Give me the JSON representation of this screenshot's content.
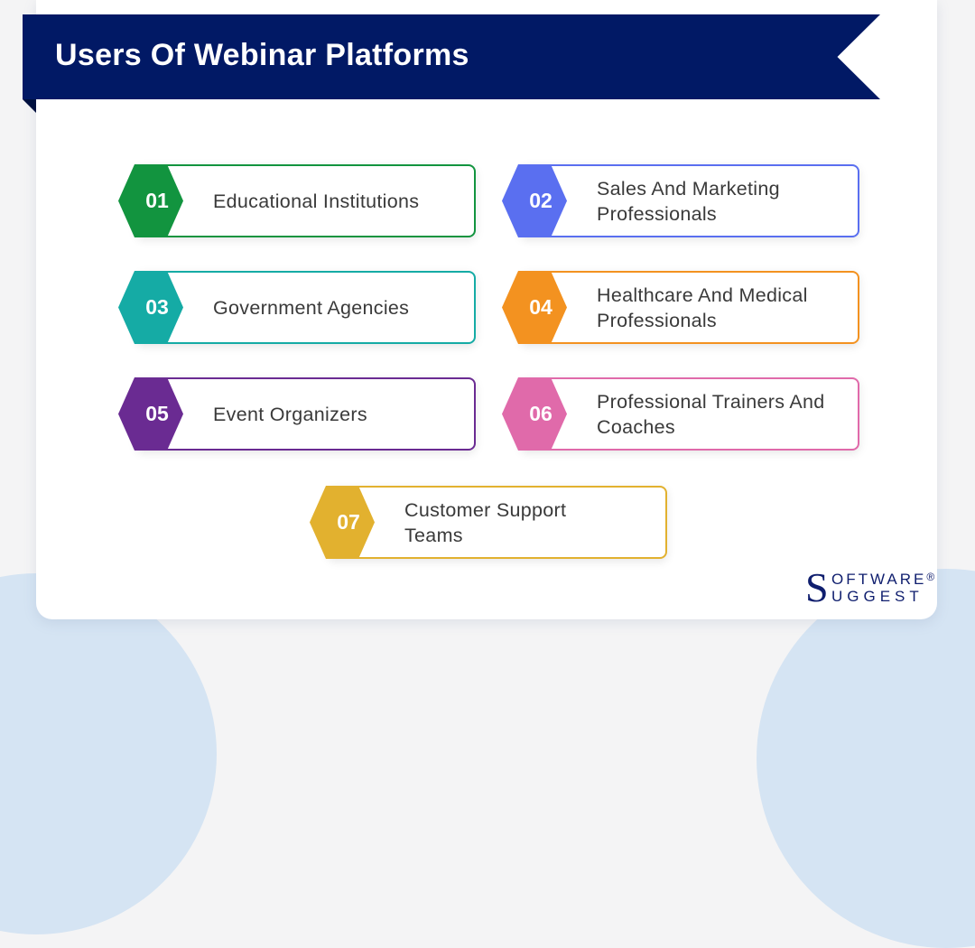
{
  "header": {
    "title": "Users Of Webinar Platforms",
    "banner_color": "#011965"
  },
  "items": [
    {
      "number": "01",
      "label": "Educational Institutions",
      "color": "#12943f"
    },
    {
      "number": "02",
      "label": "Sales And Marketing Professionals",
      "color": "#5a6ff0"
    },
    {
      "number": "03",
      "label": "Government Agencies",
      "color": "#15aba5"
    },
    {
      "number": "04",
      "label": "Healthcare And Medical Professionals",
      "color": "#f39220"
    },
    {
      "number": "05",
      "label": "Event Organizers",
      "color": "#6a2b92"
    },
    {
      "number": "06",
      "label": "Professional Trainers And Coaches",
      "color": "#e06aaa"
    },
    {
      "number": "07",
      "label": "Customer Support Teams",
      "color": "#e2b12f"
    }
  ],
  "logo": {
    "initial_top": "S",
    "text_top": "oftware",
    "text_bottom": "uggest",
    "registered": "®",
    "color": "#0f1e6e"
  }
}
